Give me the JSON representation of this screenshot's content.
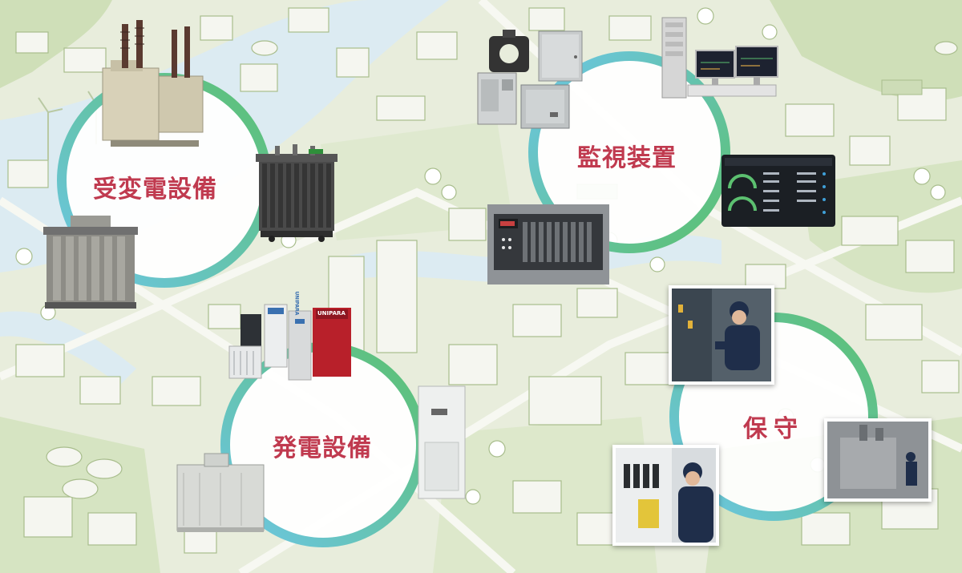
{
  "categories": [
    {
      "id": "substation",
      "label": "受変電設備"
    },
    {
      "id": "monitoring",
      "label": "監視装置"
    },
    {
      "id": "generation",
      "label": "発電設備"
    },
    {
      "id": "maintenance",
      "label": "保守"
    }
  ],
  "device_texts": {
    "ups_brand_1": "UNIPARA",
    "ups_brand_2": "UNIPARA"
  },
  "colors": {
    "ring_green": "#5cc070",
    "ring_blue": "#6cc6e6",
    "label": "#c03a4f",
    "map_land": "#d9e5c8",
    "map_water": "#d6ecf4",
    "map_building": "#f4f5ef"
  }
}
